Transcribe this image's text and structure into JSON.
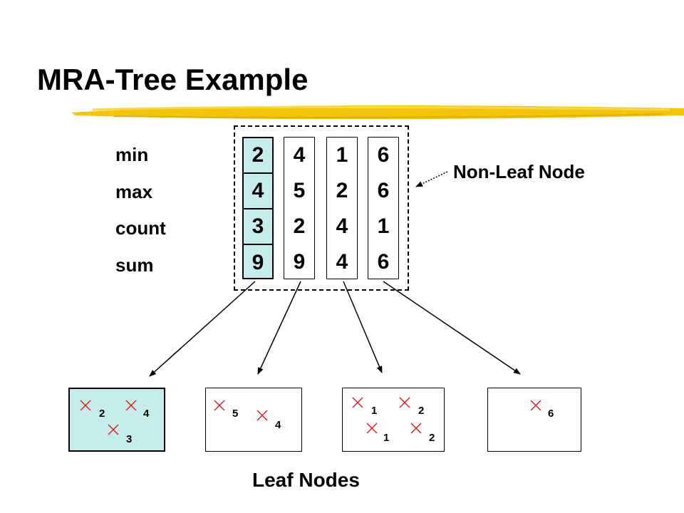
{
  "title": "MRA-Tree Example",
  "row_labels": [
    "min",
    "max",
    "count",
    "sum"
  ],
  "non_leaf_label": "Non-Leaf Node",
  "leaf_label": "Leaf Nodes",
  "columns": [
    {
      "min": "2",
      "max": "4",
      "count": "3",
      "sum": "9"
    },
    {
      "min": "4",
      "max": "5",
      "count": "2",
      "sum": "9"
    },
    {
      "min": "1",
      "max": "2",
      "count": "4",
      "sum": "4"
    },
    {
      "min": "6",
      "max": "6",
      "count": "1",
      "sum": "6"
    }
  ],
  "leaves": [
    {
      "points": [
        "2",
        "4",
        "3"
      ]
    },
    {
      "points": [
        "5",
        "4"
      ]
    },
    {
      "points": [
        "1",
        "2",
        "1",
        "2"
      ]
    },
    {
      "points": [
        "6"
      ]
    }
  ],
  "colors": {
    "highlight": "#c6ecec",
    "marker": "#e02020",
    "brush": "#f2c40c"
  }
}
